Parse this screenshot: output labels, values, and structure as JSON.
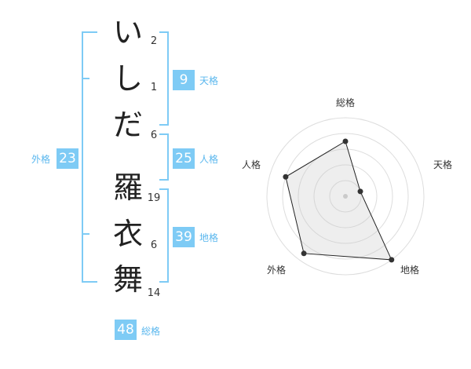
{
  "name": {
    "chars": [
      {
        "char": "い",
        "strokes": "2"
      },
      {
        "char": "し",
        "strokes": "1"
      },
      {
        "char": "だ",
        "strokes": "6"
      },
      {
        "char": "羅",
        "strokes": "19"
      },
      {
        "char": "衣",
        "strokes": "6"
      },
      {
        "char": "舞",
        "strokes": "14"
      }
    ]
  },
  "kaku": {
    "tenkaku": {
      "value": "9",
      "label": "天格"
    },
    "jinkaku": {
      "value": "25",
      "label": "人格"
    },
    "chikaku": {
      "value": "39",
      "label": "地格"
    },
    "gaikaku": {
      "value": "23",
      "label": "外格"
    },
    "soukaku": {
      "value": "48",
      "label": "総格"
    }
  },
  "colors": {
    "accent": "#7ecbf5",
    "label": "#5ab7ee"
  },
  "chart_data": {
    "type": "radar",
    "axes": [
      "総格",
      "天格",
      "地格",
      "外格",
      "人格"
    ],
    "values": [
      3.5,
      1,
      5,
      4.5,
      4
    ],
    "max": 5,
    "rings": 5
  }
}
